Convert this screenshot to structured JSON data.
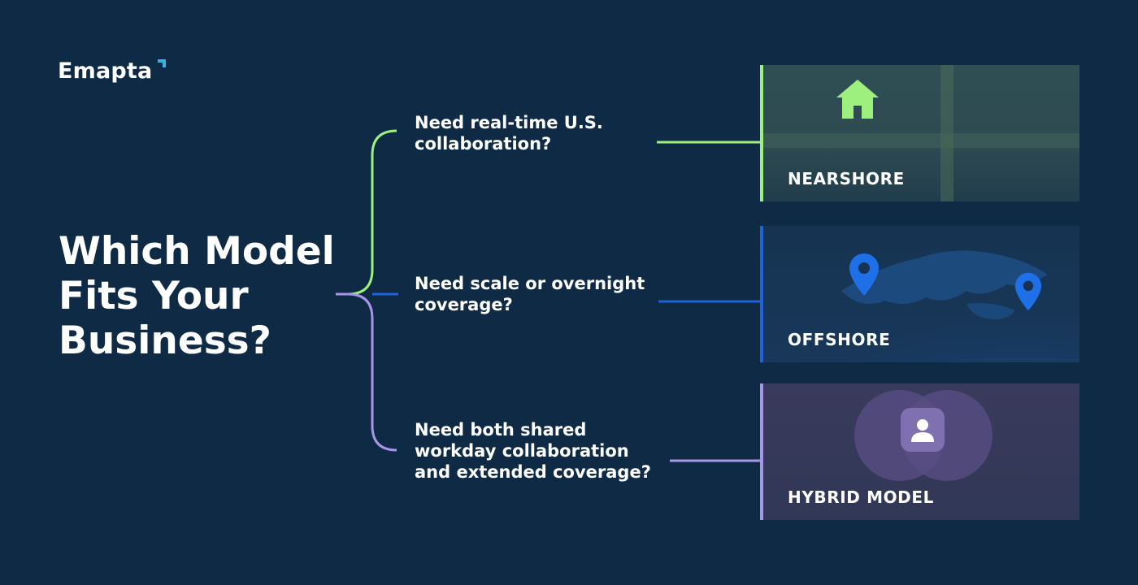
{
  "brand": {
    "name": "Emapta",
    "accent_color": "#34b3e4"
  },
  "headline": "Which Model Fits Your Business?",
  "colors": {
    "background": "#0f2a45",
    "nearshore": "#9ef07e",
    "offshore": "#1f63d6",
    "hybrid": "#a995e8"
  },
  "questions": [
    {
      "text": "Need real-time U.S. collaboration?",
      "lines": [
        "Need real-time U.S.",
        "collaboration?"
      ]
    },
    {
      "text": "Need scale or overnight coverage?",
      "lines": [
        "Need scale or overnight",
        "coverage?"
      ]
    },
    {
      "text": "Need both shared workday collaboration and extended coverage?",
      "lines": [
        "Need both shared",
        "workday collaboration",
        "and extended coverage?"
      ]
    }
  ],
  "models": [
    {
      "label": "NEARSHORE",
      "icon": "house-icon"
    },
    {
      "label": "OFFSHORE",
      "icon": "map-pin-icon"
    },
    {
      "label": "HYBRID MODEL",
      "icon": "person-icon"
    }
  ]
}
